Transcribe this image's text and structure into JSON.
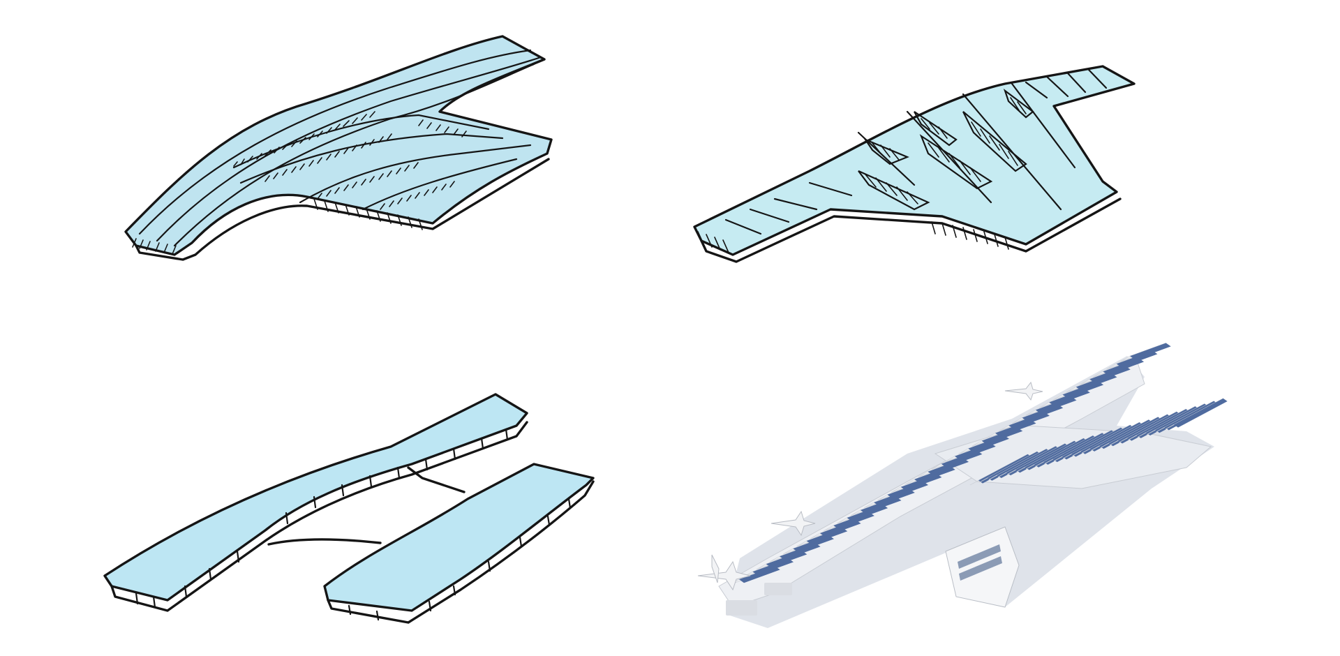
{
  "diagram": {
    "panels": [
      {
        "id": "sketch-1",
        "kind": "hand sketch",
        "fill_color": "#bfe4f0",
        "slot": "top-left"
      },
      {
        "id": "sketch-2",
        "kind": "hand sketch",
        "fill_color": "#c6ebf2",
        "slot": "top-right"
      },
      {
        "id": "sketch-3",
        "kind": "hand sketch",
        "fill_color": "#bde6f3",
        "slot": "bottom-left"
      },
      {
        "id": "render-4",
        "kind": "3d render",
        "fill_color": "#4f6b9f",
        "slot": "bottom-right"
      }
    ],
    "colors": {
      "background": "#ffffff",
      "ink": "#151515",
      "roof_white": "#f3f4f6",
      "roof_blue": "#4f6b9f"
    }
  }
}
